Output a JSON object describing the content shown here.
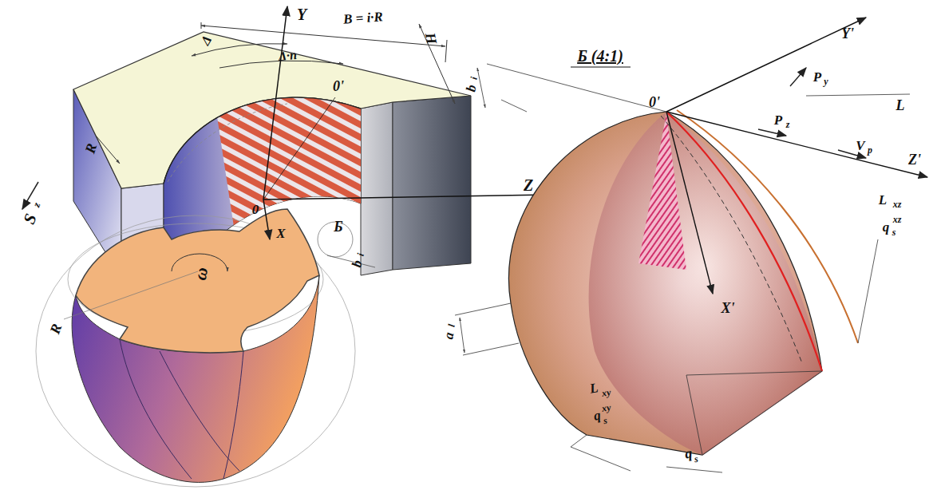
{
  "diagram": {
    "labels": [
      "B = i·R",
      "Y",
      "Δ",
      "Δ·n",
      "0'",
      "H",
      "R",
      "S",
      "z",
      "0",
      "X",
      "Z",
      "Б",
      "b",
      "i",
      "ω",
      "R",
      "Б (4:1)",
      "Y'",
      "P",
      "y",
      "b",
      "i",
      "0'",
      "L",
      "P",
      "z",
      "V",
      "p",
      "Z'",
      "L",
      "xz",
      "q",
      "s",
      "xz",
      "a",
      "l",
      "X'",
      "L",
      "xy",
      "q",
      "s",
      "xy",
      "q",
      "s"
    ]
  }
}
